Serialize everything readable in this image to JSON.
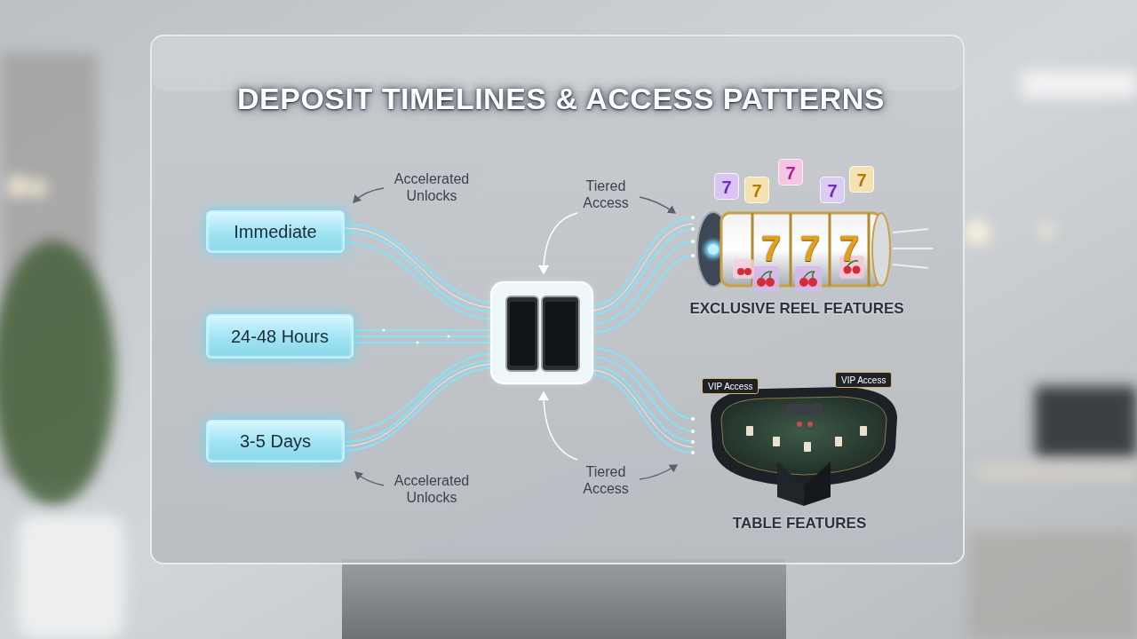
{
  "diagram": {
    "title": "DEPOSIT TIMELINES & ACCESS PATTERNS",
    "nodes": [
      {
        "text": [
          "Immediate"
        ]
      },
      {
        "text": [
          "24-48 Hours"
        ]
      },
      {
        "text": [
          "3-5 Days"
        ]
      },
      {
        "text": [
          "VIP Access"
        ]
      },
      {
        "text": [
          "VIP Access"
        ]
      }
    ],
    "labels": [
      "Accelerated Unlocks",
      "Tiered Access",
      "EXCLUSIVE REEL FEATURES",
      "Tiered Access",
      "Accelerated Unlocks",
      "TABLE FEATURES",
      "7",
      "7",
      "7",
      "7",
      "7",
      "7",
      "7",
      "7"
    ]
  }
}
